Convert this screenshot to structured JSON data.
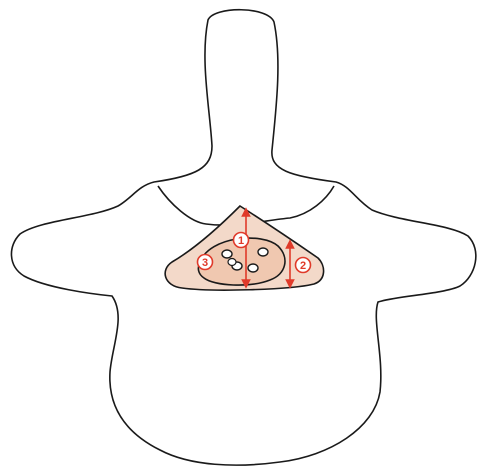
{
  "diagram": {
    "markers": [
      {
        "label": "1"
      },
      {
        "label": "2"
      },
      {
        "label": "3"
      }
    ]
  },
  "colors": {
    "outline": "#1a1a1a",
    "background": "#ffffff",
    "canal_fill": "#f3d9c9",
    "dural_sac_fill": "#f0c8b0",
    "accent_red": "#e03a2a"
  }
}
